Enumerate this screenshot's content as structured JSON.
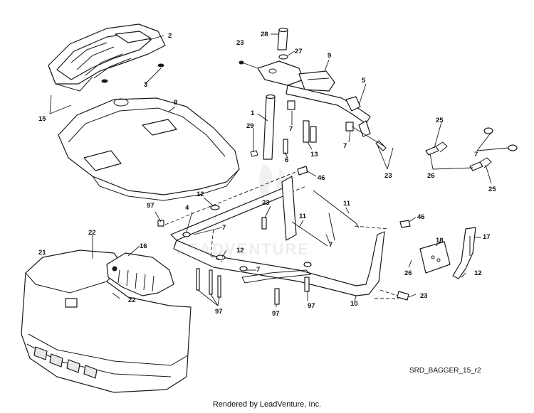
{
  "callouts": {
    "c_2": "2",
    "c_3": "3",
    "c_15": "15",
    "c_8": "8",
    "c_28": "28",
    "c_27": "27",
    "c_23a": "23",
    "c_9": "9",
    "c_5": "5",
    "c_7a": "7",
    "c_1": "1",
    "c_29": "29",
    "c_6": "6",
    "c_13": "13",
    "c_7b": "7",
    "c_23b": "23",
    "c_25a": "25",
    "c_7c": "7",
    "c_26a": "26",
    "c_25b": "25",
    "c_46a": "46",
    "c_12a": "12",
    "c_97a": "97",
    "c_4": "4",
    "c_23c": "23",
    "c_11a": "11",
    "c_11b": "11",
    "c_7d": "7",
    "c_46b": "46",
    "c_18": "18",
    "c_17": "17",
    "c_22a": "22",
    "c_21": "21",
    "c_16": "16",
    "c_12b": "12",
    "c_7e": "7",
    "c_7f": "7",
    "c_26b": "26",
    "c_12c": "12",
    "c_22b": "22",
    "c_97b": "97",
    "c_97c": "97",
    "c_97d": "97",
    "c_10": "10",
    "c_23d": "23"
  },
  "watermark": "LEADVENTURE",
  "drawing_code": "SRD_BAGGER_15_r2",
  "rendered_by": "Rendered by LeadVenture, Inc."
}
